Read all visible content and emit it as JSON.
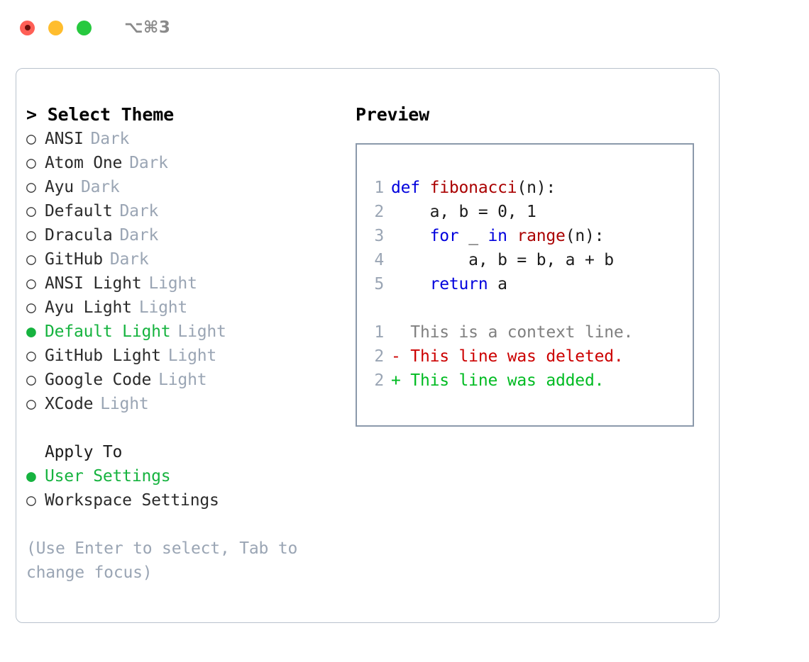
{
  "titlebar": {
    "shortcut": "⌥⌘3",
    "lights": [
      {
        "name": "close",
        "color": "#ff5f56"
      },
      {
        "name": "minimize",
        "color": "#ffbd2e"
      },
      {
        "name": "maximize",
        "color": "#27c93f"
      }
    ]
  },
  "theme_picker": {
    "header": "> Select Theme",
    "selected_bullet": "●",
    "unselected_bullet": "○",
    "items": [
      {
        "label": "ANSI",
        "badge": "Dark",
        "selected": false
      },
      {
        "label": "Atom One",
        "badge": "Dark",
        "selected": false
      },
      {
        "label": "Ayu",
        "badge": "Dark",
        "selected": false
      },
      {
        "label": "Default",
        "badge": "Dark",
        "selected": false
      },
      {
        "label": "Dracula",
        "badge": "Dark",
        "selected": false
      },
      {
        "label": "GitHub",
        "badge": "Dark",
        "selected": false
      },
      {
        "label": "ANSI Light",
        "badge": "Light",
        "selected": false
      },
      {
        "label": "Ayu Light",
        "badge": "Light",
        "selected": false
      },
      {
        "label": "Default Light",
        "badge": "Light",
        "selected": true
      },
      {
        "label": "GitHub Light",
        "badge": "Light",
        "selected": false
      },
      {
        "label": "Google Code",
        "badge": "Light",
        "selected": false
      },
      {
        "label": "XCode",
        "badge": "Light",
        "selected": false
      }
    ]
  },
  "apply_to": {
    "header": "Apply To",
    "items": [
      {
        "label": "User Settings",
        "selected": true
      },
      {
        "label": "Workspace Settings",
        "selected": false
      }
    ]
  },
  "hint": "(Use Enter to select, Tab to change focus)",
  "preview": {
    "title": "Preview",
    "code_lines": [
      {
        "no": "1",
        "tokens": [
          {
            "t": "def ",
            "c": "kw"
          },
          {
            "t": "fibonacci",
            "c": "fn"
          },
          {
            "t": "(n):",
            "c": "plain"
          }
        ]
      },
      {
        "no": "2",
        "tokens": [
          {
            "t": "    a, b = 0, 1",
            "c": "plain"
          }
        ]
      },
      {
        "no": "3",
        "tokens": [
          {
            "t": "    ",
            "c": "plain"
          },
          {
            "t": "for",
            "c": "kw"
          },
          {
            "t": " _ ",
            "c": "plain"
          },
          {
            "t": "in",
            "c": "kw"
          },
          {
            "t": " ",
            "c": "plain"
          },
          {
            "t": "range",
            "c": "fn"
          },
          {
            "t": "(n):",
            "c": "plain"
          }
        ]
      },
      {
        "no": "4",
        "tokens": [
          {
            "t": "        a, b = b, a + b",
            "c": "plain"
          }
        ]
      },
      {
        "no": "5",
        "tokens": [
          {
            "t": "    ",
            "c": "plain"
          },
          {
            "t": "return",
            "c": "kw"
          },
          {
            "t": " a",
            "c": "plain"
          }
        ]
      }
    ],
    "diff_lines": [
      {
        "no": "1",
        "text": "  This is a context line.",
        "kind": "ctx"
      },
      {
        "no": "2",
        "text": "- This line was deleted.",
        "kind": "del"
      },
      {
        "no": "2",
        "text": "+ This line was added.",
        "kind": "add"
      }
    ]
  },
  "colors": {
    "accent_green": "#16b33f",
    "badge_gray": "#9aa5b4",
    "keyword_blue": "#0000dd",
    "function_red": "#aa0000",
    "diff_delete": "#cc0000",
    "diff_add": "#00bb22",
    "panel_border": "#b9c2cd",
    "preview_border": "#8b99ab"
  }
}
